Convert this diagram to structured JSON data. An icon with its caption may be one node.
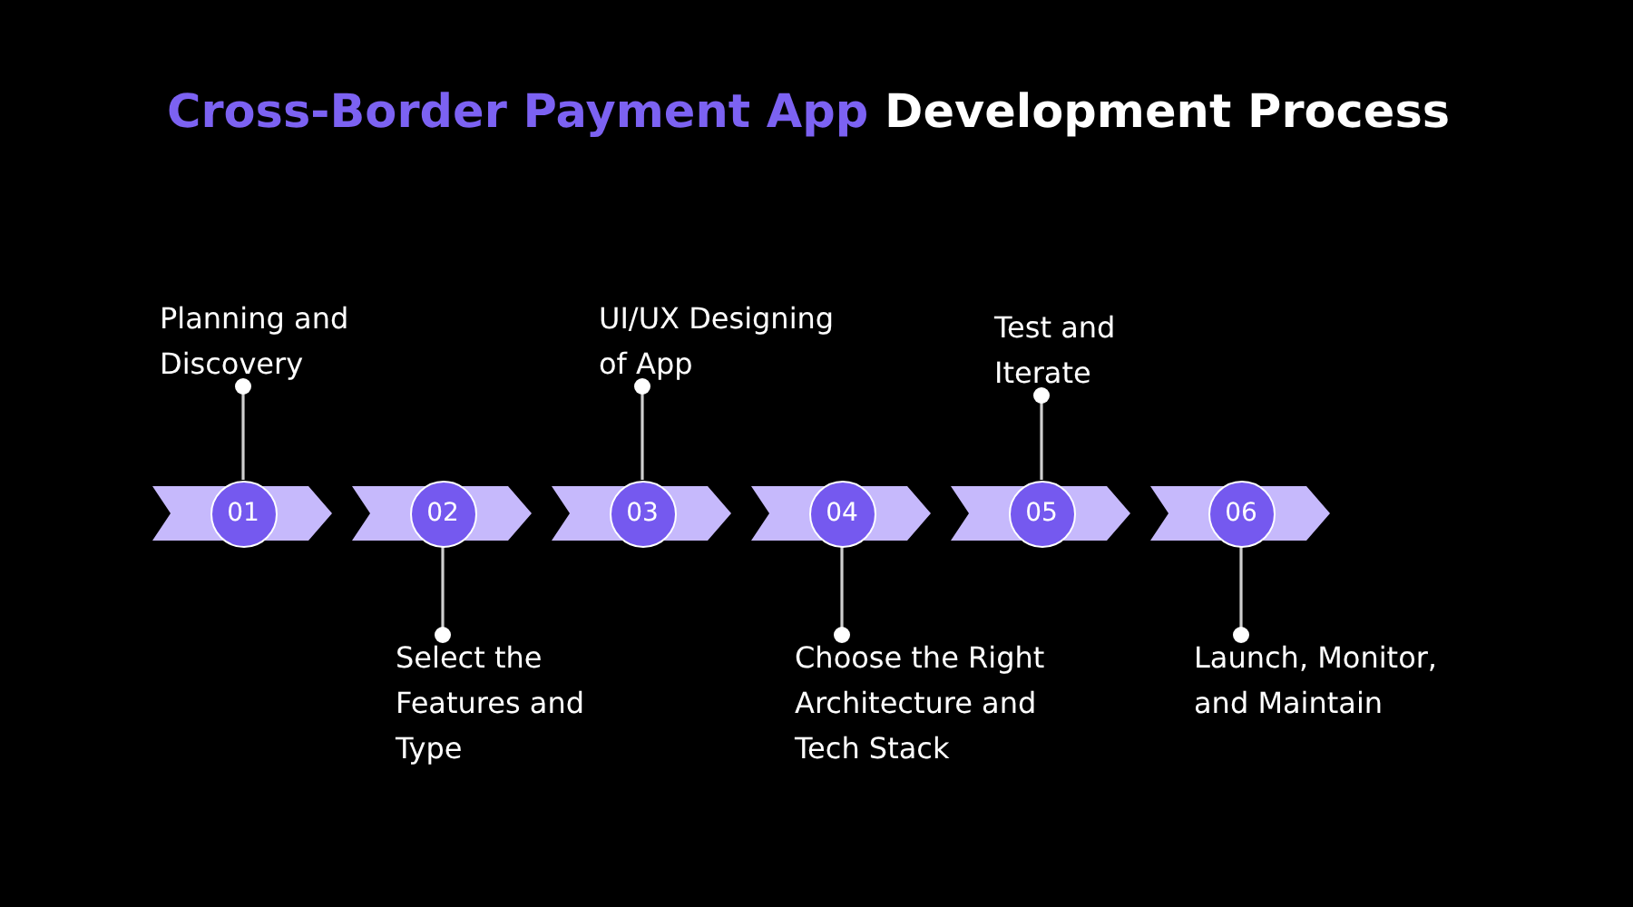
{
  "diagram": {
    "title": "Cross-Border Payment App Development Process",
    "nodes": [
      {
        "text": [
          "Planning and Discovery"
        ]
      },
      {
        "text": [],
        "shape": "chevron"
      },
      {
        "text": [
          "01"
        ]
      },
      {
        "text": [
          "Select the Features and Type"
        ]
      },
      {
        "text": [],
        "shape": "chevron"
      },
      {
        "text": [
          "02"
        ]
      },
      {
        "text": [
          "UI/UX Designing of App"
        ]
      },
      {
        "text": [],
        "shape": "chevron"
      },
      {
        "text": [
          "03"
        ]
      },
      {
        "text": [
          "Choose the Right Architecture and Tech Stack"
        ]
      },
      {
        "text": [],
        "shape": "chevron"
      },
      {
        "text": [
          "04"
        ]
      },
      {
        "text": [
          "Test and Iterate"
        ]
      },
      {
        "text": [],
        "shape": "chevron"
      },
      {
        "text": [
          "05"
        ]
      },
      {
        "text": [
          "Launch, Monitor, and Maintain"
        ]
      },
      {
        "text": [],
        "shape": "chevron"
      },
      {
        "text": [
          "06"
        ]
      }
    ],
    "edges": [
      {
        "from": 0,
        "to": 2,
        "arrow": "other"
      },
      {
        "from": 3,
        "to": 5,
        "arrow": "other"
      },
      {
        "from": 6,
        "to": 8,
        "arrow": "other"
      },
      {
        "from": 9,
        "to": 11,
        "arrow": "other"
      },
      {
        "from": 12,
        "to": 14,
        "arrow": "other"
      },
      {
        "from": 15,
        "to": 17,
        "arrow": "other"
      }
    ]
  }
}
